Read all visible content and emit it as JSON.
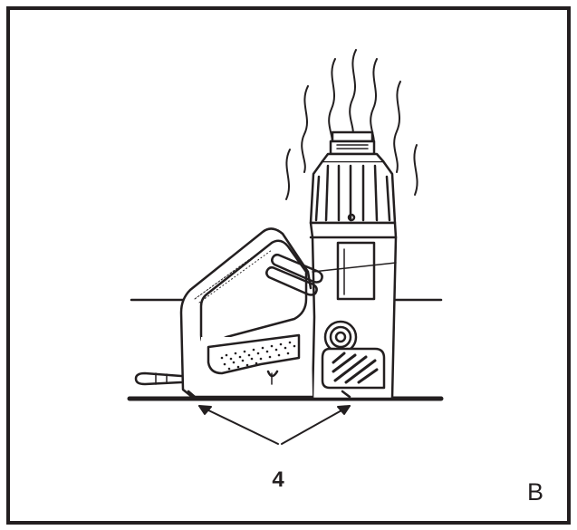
{
  "figure": {
    "callout_number": "4",
    "panel_letter": "B"
  },
  "illustration": {
    "subject": "heat-gun-standing-upright-on-base",
    "stroke_color": "#231f20",
    "background": "#ffffff"
  }
}
